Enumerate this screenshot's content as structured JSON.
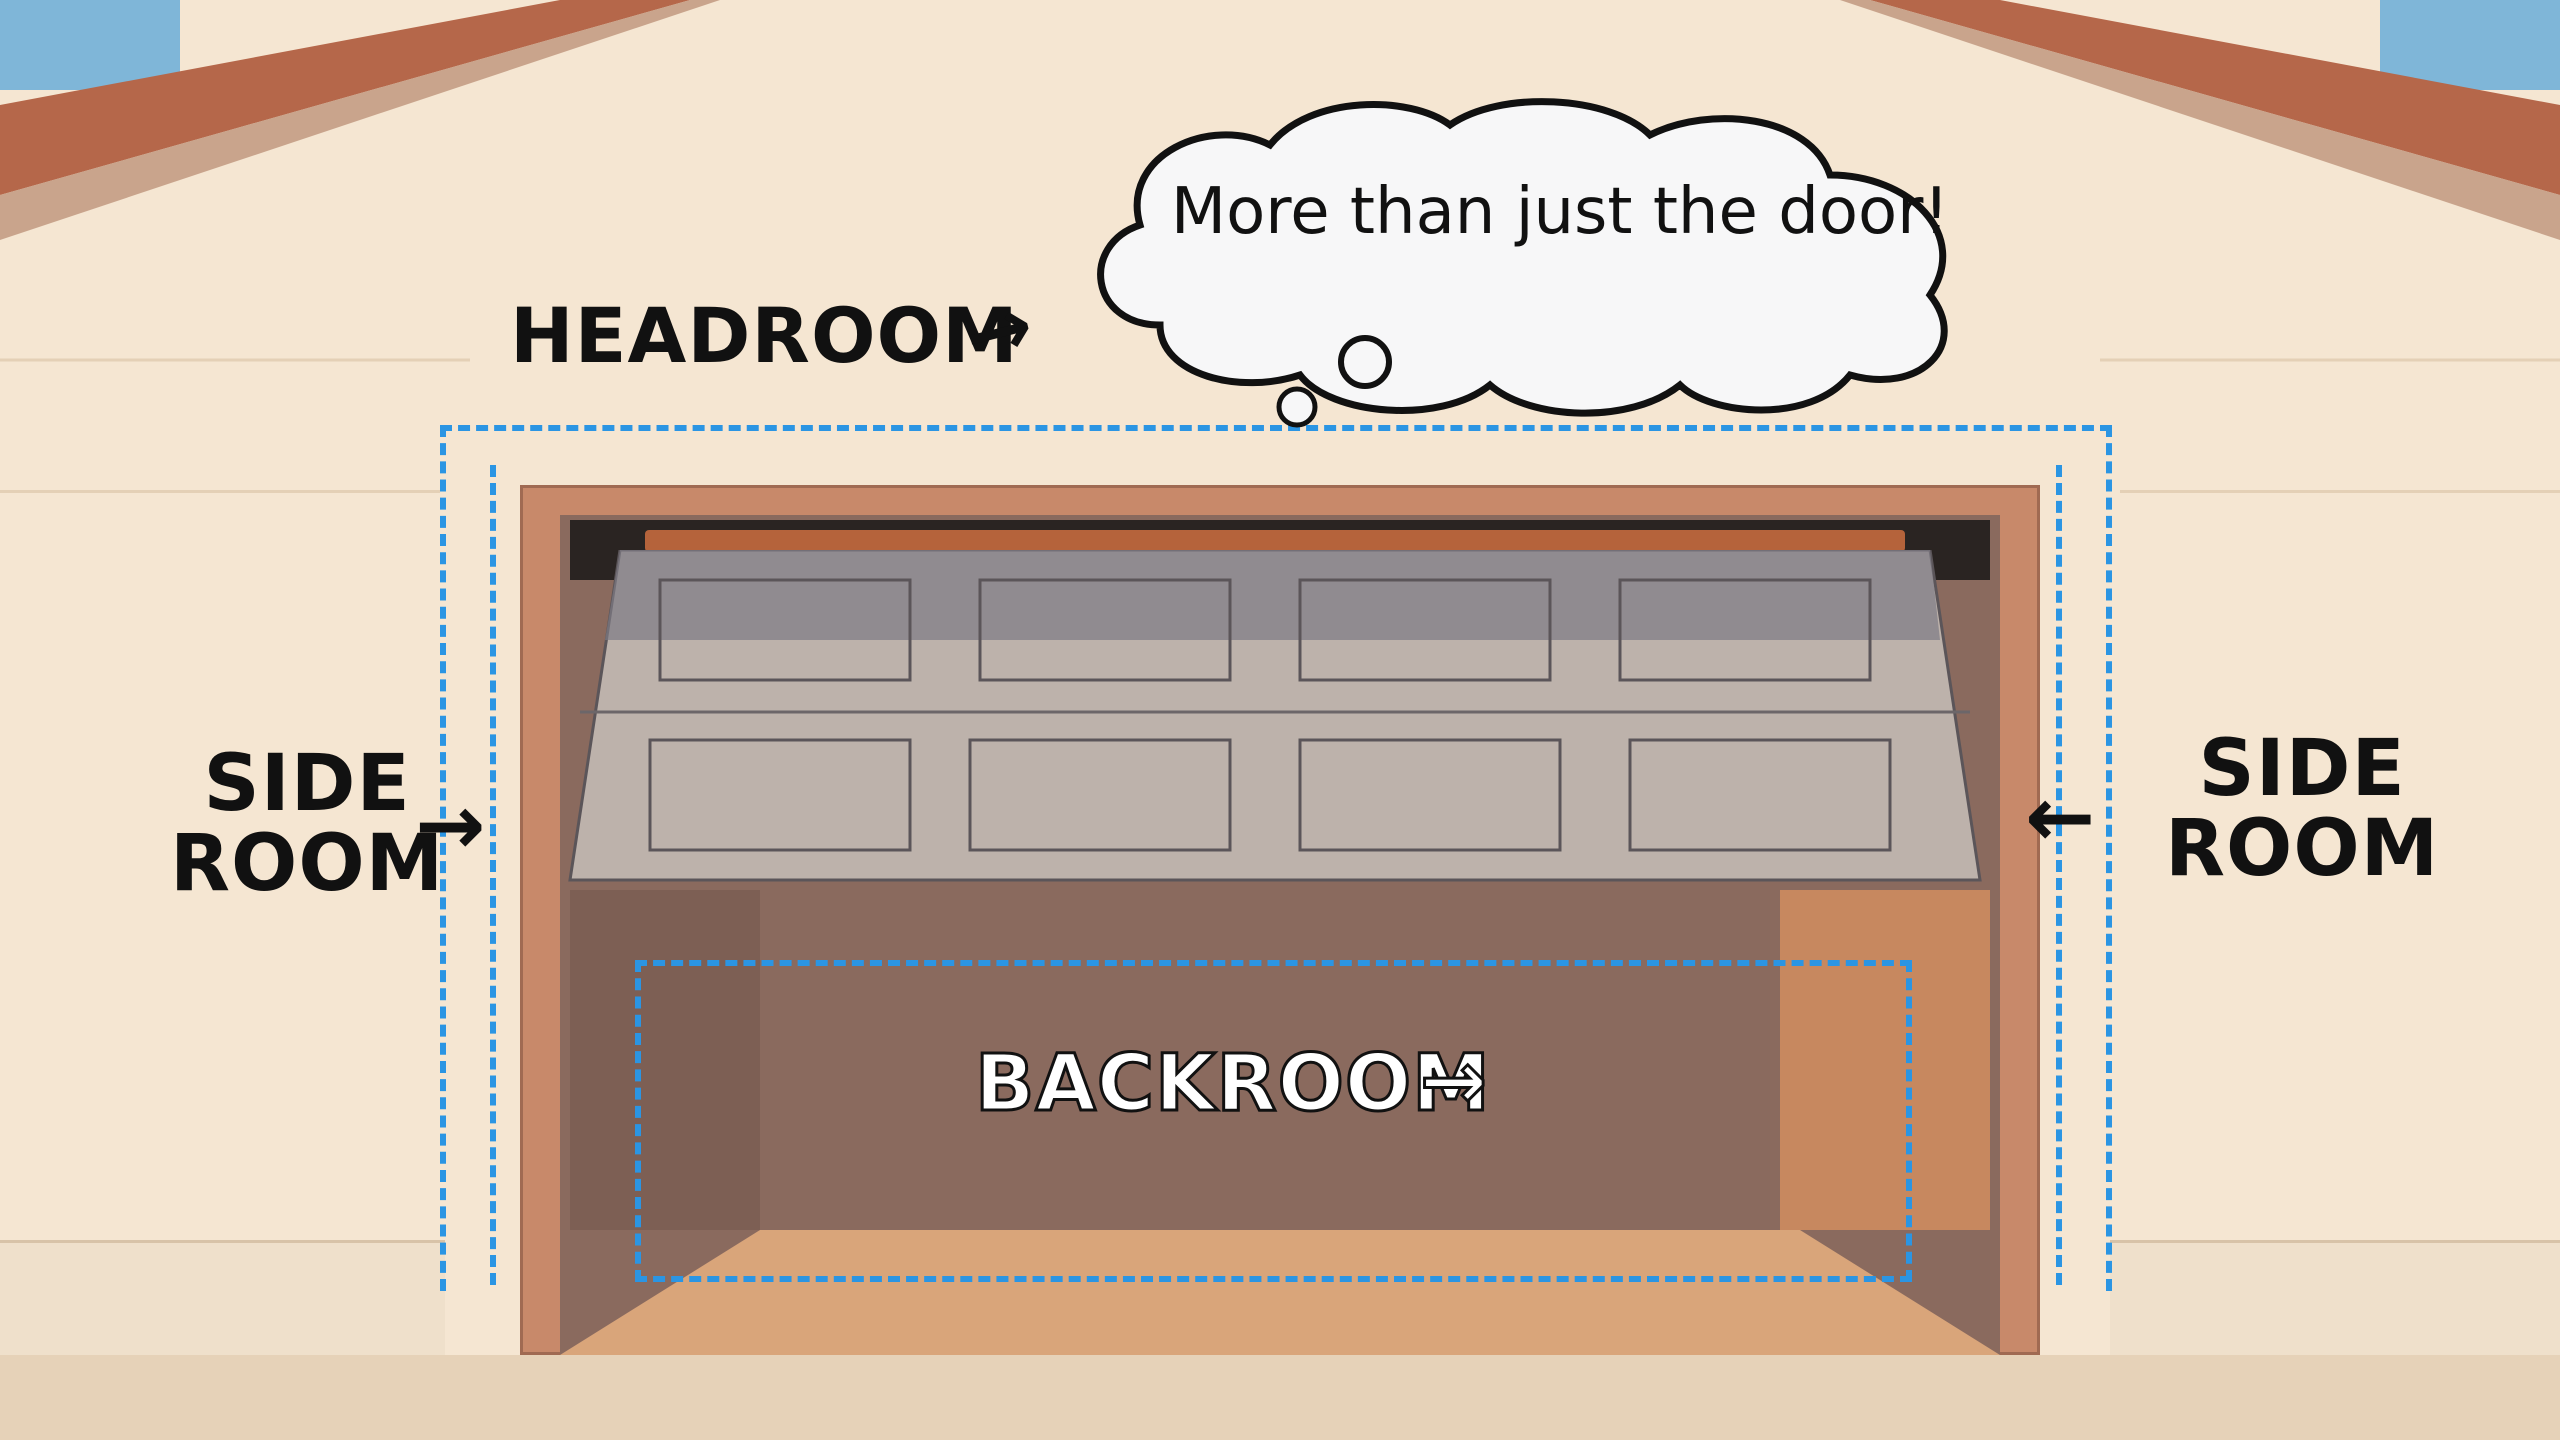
{
  "scene": {
    "type": "illustration",
    "subject": "garage door clearance diagram"
  },
  "thought_bubble": {
    "text": "More than just the door!"
  },
  "labels": {
    "headroom": "HEADROOM",
    "side_room_left": [
      "SIDE",
      "ROOM"
    ],
    "side_room_right": [
      "SIDE",
      "ROOM"
    ],
    "backroom": "BACKROOM"
  },
  "arrows": {
    "headroom": "→",
    "side_room_left": "→",
    "side_room_right": "←",
    "backroom": "→"
  },
  "colors": {
    "sky": "#7fb6d8",
    "roof": "#b5674a",
    "roof_trim": "#c9a48c",
    "wall": "#f5e6d2",
    "frame": "#c8896a",
    "door": "#bdb2ab",
    "door_shadow": "#7e7a85",
    "interior": "#8a6a5e",
    "floor": "#d9a57a",
    "driveway": "#e6d2b8",
    "dash_blue": "#2b95e3",
    "text": "#111111",
    "bubble_fill": "#f7f7f8"
  }
}
